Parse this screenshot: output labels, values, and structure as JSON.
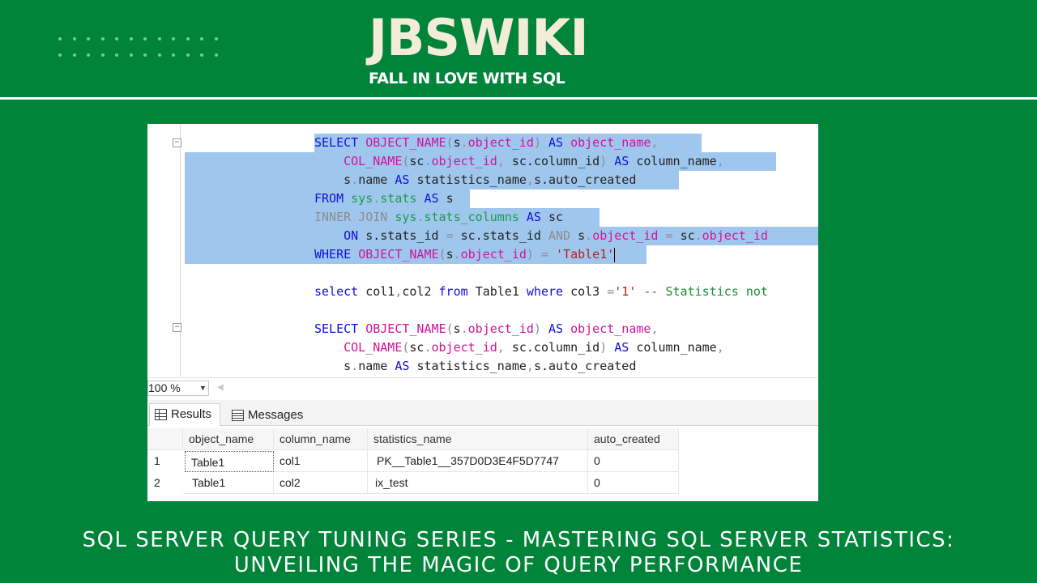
{
  "header": {
    "brand": "JBSWIKI",
    "tagline": "FALL IN LOVE WITH SQL"
  },
  "editor": {
    "lines": [
      [
        {
          "t": "SELECT ",
          "c": "kw"
        },
        {
          "t": "OBJECT_NAME",
          "c": "fn"
        },
        {
          "t": "(",
          "c": "grey"
        },
        {
          "t": "s",
          "c": ""
        },
        {
          "t": ".",
          "c": "grey"
        },
        {
          "t": "object_id",
          "c": "fn"
        },
        {
          "t": ") ",
          "c": "grey"
        },
        {
          "t": "AS ",
          "c": "kw"
        },
        {
          "t": "object_name",
          "c": "fn"
        },
        {
          "t": ",",
          "c": "grey"
        }
      ],
      [
        {
          "t": "    ",
          "c": ""
        },
        {
          "t": "COL_NAME",
          "c": "fn"
        },
        {
          "t": "(",
          "c": "grey"
        },
        {
          "t": "sc",
          "c": ""
        },
        {
          "t": ".",
          "c": "grey"
        },
        {
          "t": "object_id",
          "c": "fn"
        },
        {
          "t": ", ",
          "c": "grey"
        },
        {
          "t": "sc.column_id",
          "c": ""
        },
        {
          "t": ") ",
          "c": "grey"
        },
        {
          "t": "AS ",
          "c": "kw"
        },
        {
          "t": "column_name",
          "c": ""
        },
        {
          "t": ",",
          "c": "grey"
        }
      ],
      [
        {
          "t": "    ",
          "c": ""
        },
        {
          "t": "s",
          "c": ""
        },
        {
          "t": ".",
          "c": "grey"
        },
        {
          "t": "name ",
          "c": ""
        },
        {
          "t": "AS ",
          "c": "kw"
        },
        {
          "t": "statistics_name",
          "c": ""
        },
        {
          "t": ",",
          "c": "grey"
        },
        {
          "t": "s.auto_created",
          "c": ""
        }
      ],
      [
        {
          "t": "FROM ",
          "c": "kw"
        },
        {
          "t": "sys",
          "c": "sys"
        },
        {
          "t": ".",
          "c": "grey"
        },
        {
          "t": "stats ",
          "c": "sys"
        },
        {
          "t": "AS ",
          "c": "kw"
        },
        {
          "t": "s",
          "c": ""
        }
      ],
      [
        {
          "t": "INNER JOIN ",
          "c": "grey"
        },
        {
          "t": "sys",
          "c": "sys"
        },
        {
          "t": ".",
          "c": "grey"
        },
        {
          "t": "stats_columns ",
          "c": "sys"
        },
        {
          "t": "AS ",
          "c": "kw"
        },
        {
          "t": "sc",
          "c": ""
        }
      ],
      [
        {
          "t": "    ",
          "c": ""
        },
        {
          "t": "ON ",
          "c": "kw"
        },
        {
          "t": "s.stats_id ",
          "c": ""
        },
        {
          "t": "= ",
          "c": "grey"
        },
        {
          "t": "sc.stats_id ",
          "c": ""
        },
        {
          "t": "AND ",
          "c": "grey"
        },
        {
          "t": "s",
          "c": ""
        },
        {
          "t": ".",
          "c": "grey"
        },
        {
          "t": "object_id ",
          "c": "fn"
        },
        {
          "t": "= ",
          "c": "grey"
        },
        {
          "t": "sc",
          "c": ""
        },
        {
          "t": ".",
          "c": "grey"
        },
        {
          "t": "object_id",
          "c": "fn"
        }
      ],
      [
        {
          "t": "WHERE ",
          "c": "kw"
        },
        {
          "t": "OBJECT_NAME",
          "c": "fn"
        },
        {
          "t": "(",
          "c": "grey"
        },
        {
          "t": "s",
          "c": ""
        },
        {
          "t": ".",
          "c": "grey"
        },
        {
          "t": "object_id",
          "c": "fn"
        },
        {
          "t": ") ",
          "c": "grey"
        },
        {
          "t": "= ",
          "c": "grey"
        },
        {
          "t": "'Table1'",
          "c": "str"
        }
      ],
      [],
      [
        {
          "t": "select ",
          "c": "kw"
        },
        {
          "t": "col1",
          "c": ""
        },
        {
          "t": ",",
          "c": "grey"
        },
        {
          "t": "col2 ",
          "c": ""
        },
        {
          "t": "from ",
          "c": "kw"
        },
        {
          "t": "Table1 ",
          "c": ""
        },
        {
          "t": "where ",
          "c": "kw"
        },
        {
          "t": "col3 ",
          "c": ""
        },
        {
          "t": "=",
          "c": "grey"
        },
        {
          "t": "'1' ",
          "c": "str"
        },
        {
          "t": "-- Statistics not",
          "c": "cmt"
        }
      ],
      [],
      [
        {
          "t": "SELECT ",
          "c": "kw"
        },
        {
          "t": "OBJECT_NAME",
          "c": "fn"
        },
        {
          "t": "(",
          "c": "grey"
        },
        {
          "t": "s",
          "c": ""
        },
        {
          "t": ".",
          "c": "grey"
        },
        {
          "t": "object_id",
          "c": "fn"
        },
        {
          "t": ") ",
          "c": "grey"
        },
        {
          "t": "AS ",
          "c": "kw"
        },
        {
          "t": "object_name",
          "c": "fn"
        },
        {
          "t": ",",
          "c": "grey"
        }
      ],
      [
        {
          "t": "    ",
          "c": ""
        },
        {
          "t": "COL_NAME",
          "c": "fn"
        },
        {
          "t": "(",
          "c": "grey"
        },
        {
          "t": "sc",
          "c": ""
        },
        {
          "t": ".",
          "c": "grey"
        },
        {
          "t": "object_id",
          "c": "fn"
        },
        {
          "t": ", ",
          "c": "grey"
        },
        {
          "t": "sc.column_id",
          "c": ""
        },
        {
          "t": ") ",
          "c": "grey"
        },
        {
          "t": "AS ",
          "c": "kw"
        },
        {
          "t": "column_name",
          "c": ""
        },
        {
          "t": ",",
          "c": "grey"
        }
      ],
      [
        {
          "t": "    ",
          "c": ""
        },
        {
          "t": "s",
          "c": ""
        },
        {
          "t": ".",
          "c": "grey"
        },
        {
          "t": "name ",
          "c": ""
        },
        {
          "t": "AS ",
          "c": "kw"
        },
        {
          "t": "statistics_name",
          "c": ""
        },
        {
          "t": ",",
          "c": "grey"
        },
        {
          "t": "s.auto_created",
          "c": ""
        }
      ]
    ]
  },
  "zoom": {
    "value": "100 %"
  },
  "tabs": {
    "results": "Results",
    "messages": "Messages"
  },
  "results": {
    "columns": [
      "object_name",
      "column_name",
      "statistics_name",
      "auto_created"
    ],
    "rows": [
      {
        "num": "1",
        "cells": [
          "Table1",
          "col1",
          "PK__Table1__357D0D3E4F5D7747",
          "0"
        ]
      },
      {
        "num": "2",
        "cells": [
          "Table1",
          "col2",
          "ix_test",
          "0"
        ]
      }
    ]
  },
  "footer": {
    "line1": "SQL SERVER QUERY TUNING SERIES - MASTERING SQL SERVER STATISTICS:",
    "line2": "UNVEILING THE MAGIC OF QUERY PERFORMANCE"
  }
}
